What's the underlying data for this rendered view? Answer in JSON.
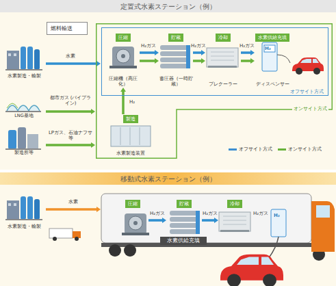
{
  "diagram": {
    "nodes": [
      {
        "text": [
          "定置式水素ステーション（例）"
        ]
      },
      {
        "text": [
          "燃料輸送"
        ],
        "in": 0
      },
      {
        "text": [
          "水素製造・輸製"
        ],
        "in": 0
      },
      {
        "text": [
          "LNG基地"
        ],
        "in": 0
      },
      {
        "text": [
          "製造所等"
        ],
        "in": 0
      },
      {
        "text": [
          "オンサイト方式"
        ],
        "in": 0
      },
      {
        "text": [
          "オフサイト方式"
        ],
        "in": 5
      },
      {
        "text": [
          "圧縮",
          "圧縮機（高圧化）"
        ],
        "in": 6
      },
      {
        "text": [
          "貯蔵",
          "蓄圧器（一時貯蔵）"
        ],
        "in": 6
      },
      {
        "text": [
          "冷却",
          "プレクーラー"
        ],
        "in": 6
      },
      {
        "text": [
          "水素供給充填",
          "ディスペンサー"
        ],
        "in": 6
      },
      {
        "text": [
          "製造",
          "水素製造装置"
        ],
        "in": 5
      },
      {
        "text": [
          "移動式水素ステーション（例）"
        ]
      },
      {
        "text": [
          "水素製造・輸製"
        ],
        "in": 12
      },
      {
        "text": [
          "水素供給充填"
        ],
        "in": 12
      },
      {
        "text": [
          "圧縮"
        ],
        "in": 14
      },
      {
        "text": [
          "貯蔵"
        ],
        "in": 14
      },
      {
        "text": [
          "冷却"
        ],
        "in": 14
      }
    ],
    "edges": [
      {
        "from": 2,
        "to": 6,
        "arrow": "to",
        "label": "水素"
      },
      {
        "from": 3,
        "to": 5,
        "arrow": "to",
        "label": "都市ガス (パイプライン)"
      },
      {
        "from": 4,
        "to": 5,
        "arrow": "to",
        "label": "LPガス、石油ナフサ等"
      },
      {
        "from": 7,
        "to": 8,
        "arrow": "to",
        "label": "H₂ガス"
      },
      {
        "from": 8,
        "to": 9,
        "arrow": "to",
        "label": "H₂ガス"
      },
      {
        "from": 9,
        "to": 10,
        "arrow": "to",
        "label": "H₂ガス"
      },
      {
        "from": 11,
        "to": 7,
        "arrow": "to",
        "label": "H₂"
      },
      {
        "from": 13,
        "to": 14,
        "arrow": "to",
        "label": "水素"
      },
      {
        "from": 15,
        "to": 16,
        "arrow": "to",
        "label": "H₂ガス"
      },
      {
        "from": 16,
        "to": 17,
        "arrow": "to",
        "label": "H₂ガス"
      }
    ],
    "labels": [
      "H₂ガス",
      "H₂",
      "H₂"
    ],
    "legend": [
      {
        "text": "オフサイト方式",
        "color": "#3d8fd1"
      },
      {
        "text": "オンサイト方式",
        "color": "#69b23b"
      }
    ]
  }
}
